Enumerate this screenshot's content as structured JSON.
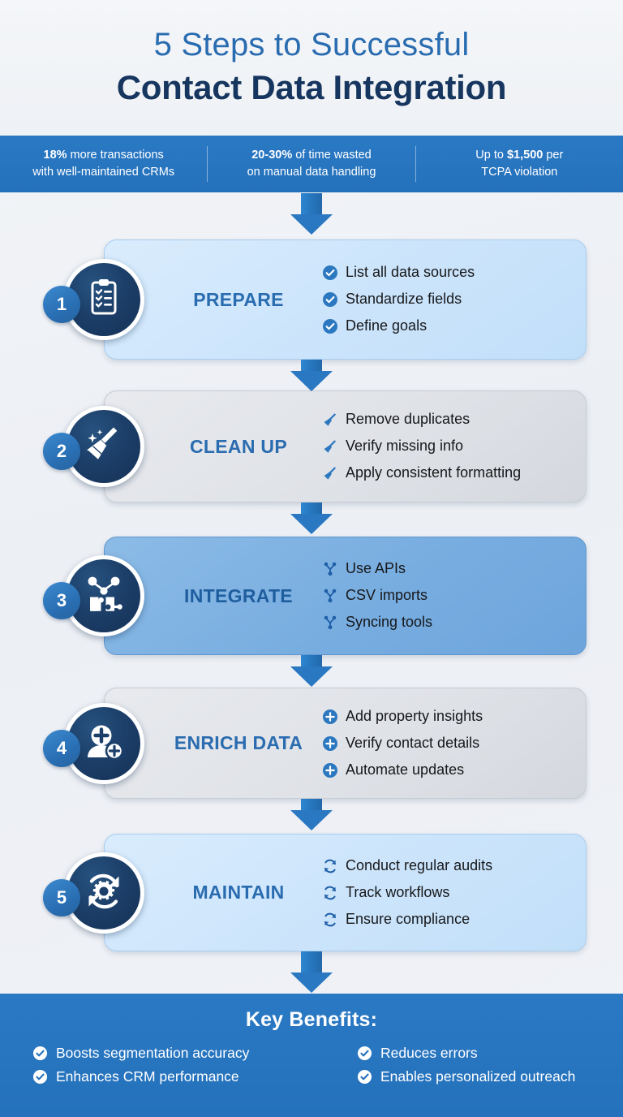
{
  "header": {
    "title_line1": "5 Steps to Successful",
    "title_line2": "Contact Data Integration",
    "color_line1": "#2a6cb0",
    "color_line2": "#16365f"
  },
  "stats": [
    {
      "bold": "18%",
      "rest_l1": " more transactions",
      "line2": "with well-maintained CRMs"
    },
    {
      "bold": "20-30%",
      "rest_l1": " of time wasted",
      "line2": "on manual data handling"
    },
    {
      "pre": "Up to ",
      "bold": "$1,500",
      "rest_l1": " per",
      "line2": "TCPA violation"
    }
  ],
  "stats_bar_color": "#2571bb",
  "steps": [
    {
      "number": "1",
      "label": "PREPARE",
      "icon": "clipboard-checklist-icon",
      "bullet_icon": "check-circle-icon",
      "theme": "c-lightblue",
      "bullets": [
        "List all data sources",
        "Standardize fields",
        "Define goals"
      ]
    },
    {
      "number": "2",
      "label": "CLEAN UP",
      "icon": "broom-sparkle-icon",
      "bullet_icon": "broom-icon",
      "theme": "c-gray",
      "bullets": [
        "Remove duplicates",
        "Verify missing info",
        "Apply consistent formatting"
      ]
    },
    {
      "number": "3",
      "label": "INTEGRATE",
      "icon": "network-puzzle-icon",
      "bullet_icon": "node-network-icon",
      "theme": "c-midblue",
      "bullets": [
        "Use APIs",
        "CSV imports",
        "Syncing tools"
      ]
    },
    {
      "number": "4",
      "label": "ENRICH DATA",
      "icon": "user-plus-icon",
      "bullet_icon": "plus-circle-icon",
      "theme": "c-gray",
      "bullets": [
        "Add property insights",
        "Verify contact details",
        "Automate updates"
      ]
    },
    {
      "number": "5",
      "label": "MAINTAIN",
      "icon": "gear-refresh-icon",
      "bullet_icon": "refresh-icon",
      "theme": "c-lightblue",
      "bullets": [
        "Conduct regular audits",
        "Track workflows",
        "Ensure compliance"
      ]
    }
  ],
  "footer": {
    "title": "Key Benefits:",
    "benefits": [
      "Boosts segmentation accuracy",
      "Reduces errors",
      "Enhances CRM performance",
      "Enables personalized outreach"
    ],
    "bullet_icon": "check-circle-icon"
  },
  "accent": {
    "blue": "#2571bb",
    "arrow_blue": "#2a78c2",
    "navy": "#16365f",
    "medallion_navy": "#1c3f69"
  }
}
